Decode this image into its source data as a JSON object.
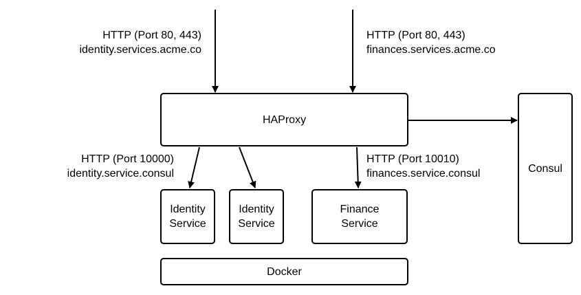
{
  "nodes": {
    "haproxy": "HAProxy",
    "consul": "Consul",
    "identity_service_1": "Identity\nService",
    "identity_service_2": "Identity\nService",
    "finance_service": "Finance\nService",
    "docker": "Docker"
  },
  "labels": {
    "identity_ingress_protocol": "HTTP (Port 80, 443)",
    "identity_ingress_host": "identity.services.acme.co",
    "finances_ingress_protocol": "HTTP (Port 80, 443)",
    "finances_ingress_host": "finances.services.acme.co",
    "identity_backend_protocol": "HTTP (Port 10000)",
    "identity_backend_host": "identity.service.consul",
    "finances_backend_protocol": "HTTP (Port 10010)",
    "finances_backend_host": "finances.service.consul"
  },
  "colors": {
    "stroke": "#000000",
    "background": "#ffffff"
  }
}
